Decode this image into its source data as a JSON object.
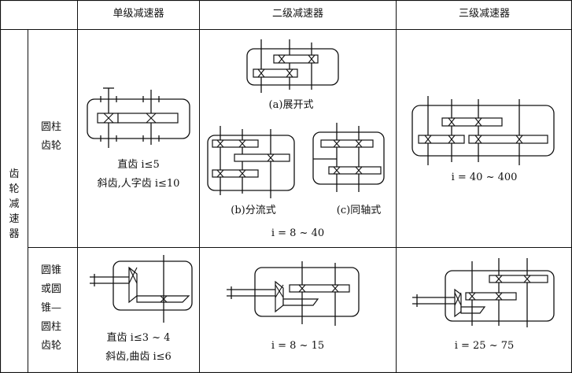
{
  "header": {
    "col1": "单级减速器",
    "col2": "二级减速器",
    "col3": "三级减速器"
  },
  "row_group": "齿轮减速器",
  "rows": [
    {
      "label": "圆柱齿轮",
      "single": {
        "line1": "直齿 i≤5",
        "line2": "斜齿,人字齿 i≤10"
      },
      "double": {
        "a_caption": "(a)展开式",
        "b_caption": "(b)分流式",
        "c_caption": "(c)同轴式",
        "formula": "i = 8 ~ 40"
      },
      "triple": {
        "formula": "i = 40 ~ 400"
      }
    },
    {
      "label": "圆锥或圆锥—圆柱齿轮",
      "single": {
        "line1": "直齿 i≤3 ~ 4",
        "line2": "斜齿,曲齿 i≤6"
      },
      "double": {
        "formula": "i = 8 ~ 15"
      },
      "triple": {
        "formula": "i = 25 ~ 75"
      }
    }
  ]
}
